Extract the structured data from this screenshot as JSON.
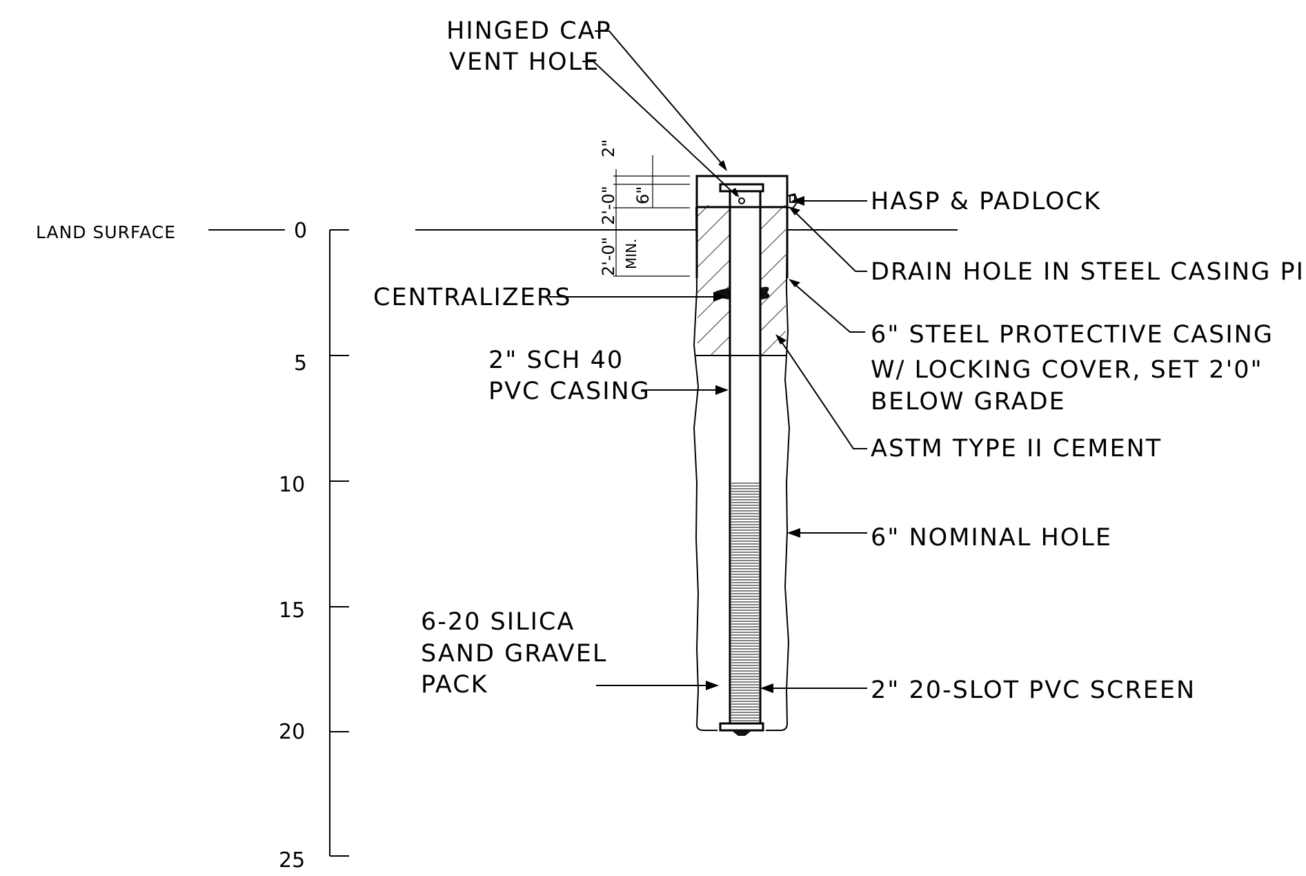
{
  "labels": {
    "hinged_cap": "HINGED CAP",
    "vent_hole": "VENT HOLE",
    "hasp_padlock": "HASP & PADLOCK",
    "drain_hole": "DRAIN HOLE IN STEEL CASING PIPE",
    "steel_casing_line1": "6\" STEEL PROTECTIVE CASING",
    "steel_casing_line2": "W/ LOCKING COVER, SET 2'0\"",
    "steel_casing_line3": "BELOW GRADE",
    "cement": "ASTM TYPE II CEMENT",
    "nominal_hole": "6\" NOMINAL HOLE",
    "screen": "2\" 20-SLOT PVC SCREEN",
    "centralizers": "CENTRALIZERS",
    "pvc_casing_line1": "2\" SCH 40",
    "pvc_casing_line2": "PVC CASING",
    "gravel_line1": "6-20 SILICA",
    "gravel_line2": "SAND GRAVEL",
    "gravel_line3": "PACK",
    "land_surface": "LAND SURFACE"
  },
  "dimensions": {
    "top_2in": "2\"",
    "cover_2ft": "2'-0\"",
    "cap_6in": "6\"",
    "below_2ft": "2'-0\"",
    "below_min": "MIN."
  },
  "depth_scale": {
    "ticks": [
      "0",
      "5",
      "10",
      "15",
      "20",
      "25"
    ]
  }
}
